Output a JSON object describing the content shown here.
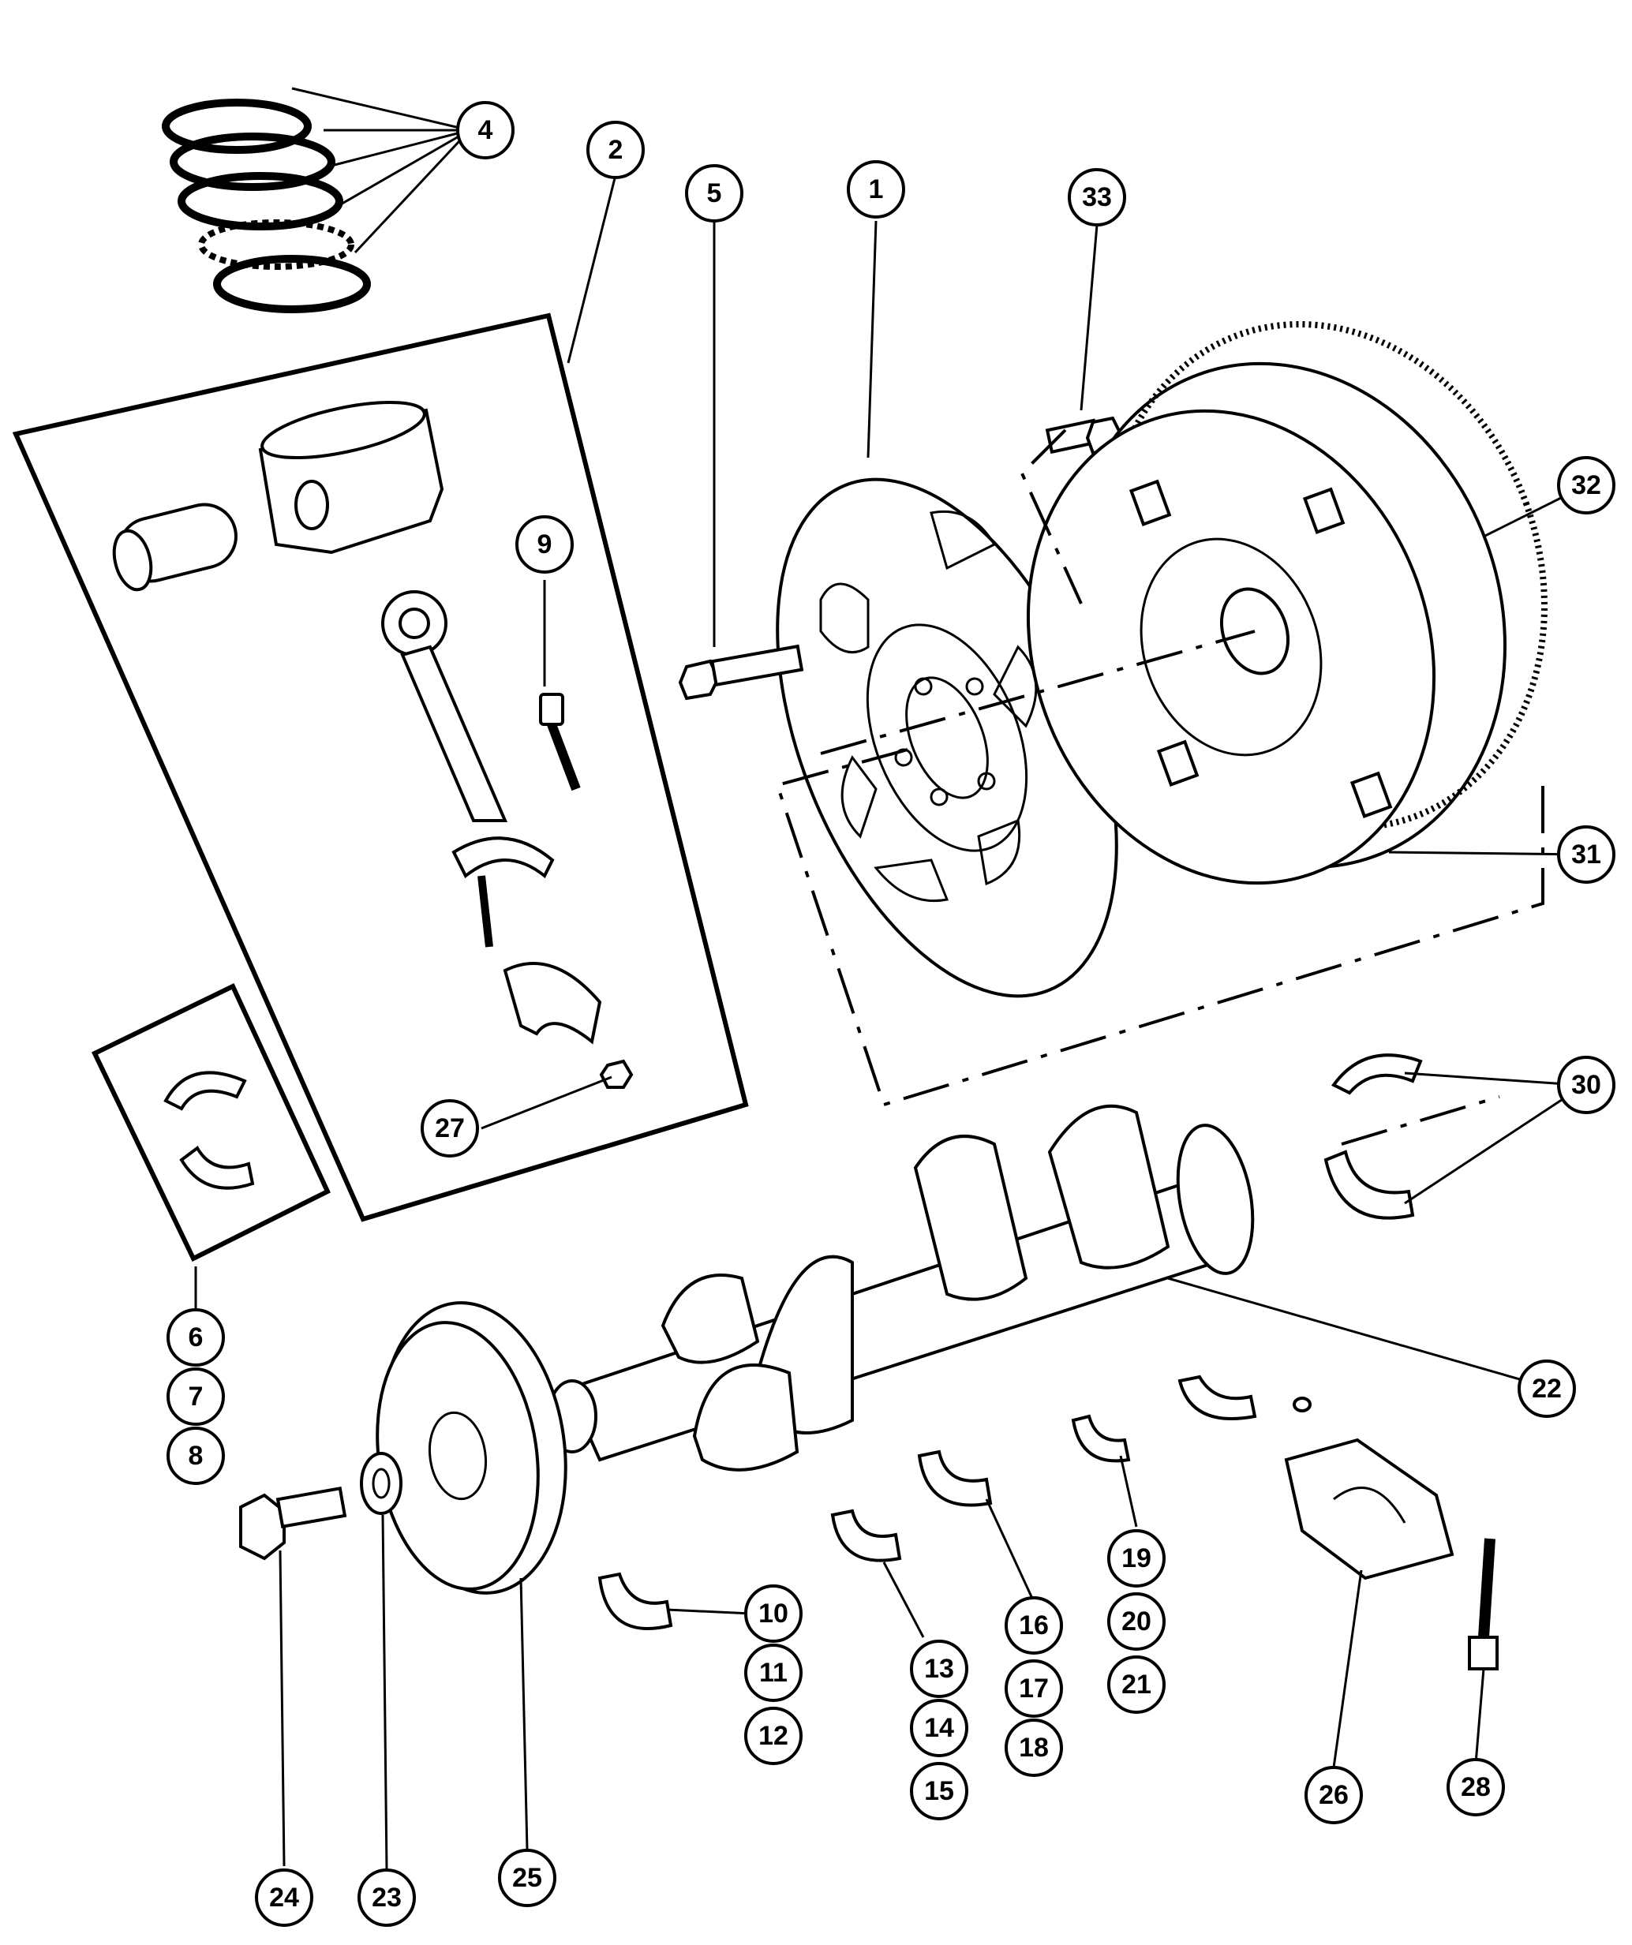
{
  "diagram": {
    "callouts": [
      {
        "id": "c1",
        "label": "1"
      },
      {
        "id": "c2",
        "label": "2"
      },
      {
        "id": "c4",
        "label": "4"
      },
      {
        "id": "c5",
        "label": "5"
      },
      {
        "id": "c6",
        "label": "6"
      },
      {
        "id": "c7",
        "label": "7"
      },
      {
        "id": "c8",
        "label": "8"
      },
      {
        "id": "c9",
        "label": "9"
      },
      {
        "id": "c10",
        "label": "10"
      },
      {
        "id": "c11",
        "label": "11"
      },
      {
        "id": "c12",
        "label": "12"
      },
      {
        "id": "c13",
        "label": "13"
      },
      {
        "id": "c14",
        "label": "14"
      },
      {
        "id": "c15",
        "label": "15"
      },
      {
        "id": "c16",
        "label": "16"
      },
      {
        "id": "c17",
        "label": "17"
      },
      {
        "id": "c18",
        "label": "18"
      },
      {
        "id": "c19",
        "label": "19"
      },
      {
        "id": "c20",
        "label": "20"
      },
      {
        "id": "c21",
        "label": "21"
      },
      {
        "id": "c22",
        "label": "22"
      },
      {
        "id": "c23",
        "label": "23"
      },
      {
        "id": "c24",
        "label": "24"
      },
      {
        "id": "c25",
        "label": "25"
      },
      {
        "id": "c26",
        "label": "26"
      },
      {
        "id": "c27",
        "label": "27"
      },
      {
        "id": "c28",
        "label": "28"
      },
      {
        "id": "c30",
        "label": "30"
      },
      {
        "id": "c31",
        "label": "31"
      },
      {
        "id": "c32",
        "label": "32"
      },
      {
        "id": "c33",
        "label": "33"
      }
    ]
  }
}
